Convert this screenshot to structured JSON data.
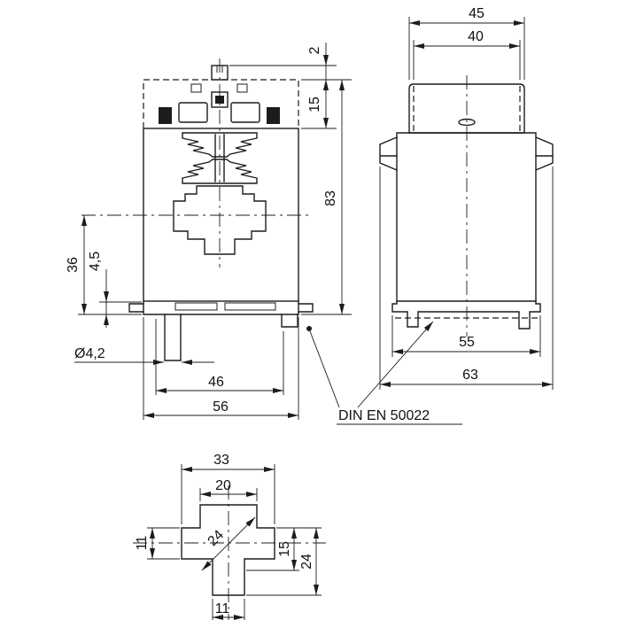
{
  "drawing": {
    "standard_label": "DIN EN 50022"
  },
  "front_view": {
    "dim_tab_height": "2",
    "dim_terminal_depth": "15",
    "dim_total_height": "83",
    "dim_center_to_base": "36",
    "dim_foot_height": "4,5",
    "dim_hole_diameter": "Ø4,2",
    "dim_fixing_centers": "46",
    "dim_body_width": "56"
  },
  "side_view": {
    "dim_top_width_outer": "45",
    "dim_top_width_inner": "40",
    "dim_foot_width": "55",
    "dim_overall_depth": "63"
  },
  "aperture_detail": {
    "dim_window_width": "33",
    "dim_top_slot_width": "20",
    "dim_side_slot_height": "11",
    "dim_diagonal": "24",
    "dim_lower_height": "15",
    "dim_total_slot_height": "24",
    "dim_bottom_slot_width": "11"
  }
}
